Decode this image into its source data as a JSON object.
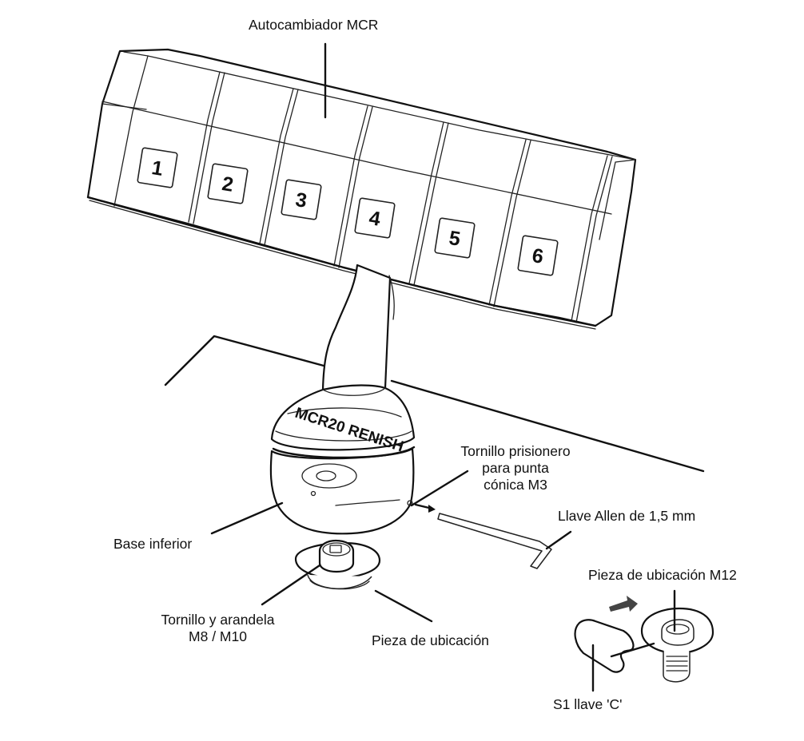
{
  "diagram": {
    "title": "Autocambiador MCR",
    "rack_positions": [
      "1",
      "2",
      "3",
      "4",
      "5",
      "6"
    ],
    "stem_engraving": "MCR20 RENISH",
    "labels": {
      "autochanger": "Autocambiador MCR",
      "set_screw_line1": "Tornillo prisionero",
      "set_screw_line2": "para punta",
      "set_screw_line3": "cónica M3",
      "allen_key": "Llave Allen de 1,5 mm",
      "base": "Base inferior",
      "screw_washer_line1": "Tornillo y arandela",
      "screw_washer_line2": "M8 / M10",
      "locating_piece": "Pieza de ubicación",
      "locating_piece_m12": "Pieza de ubicación M12",
      "c_spanner": "S1 llave 'C'"
    }
  }
}
